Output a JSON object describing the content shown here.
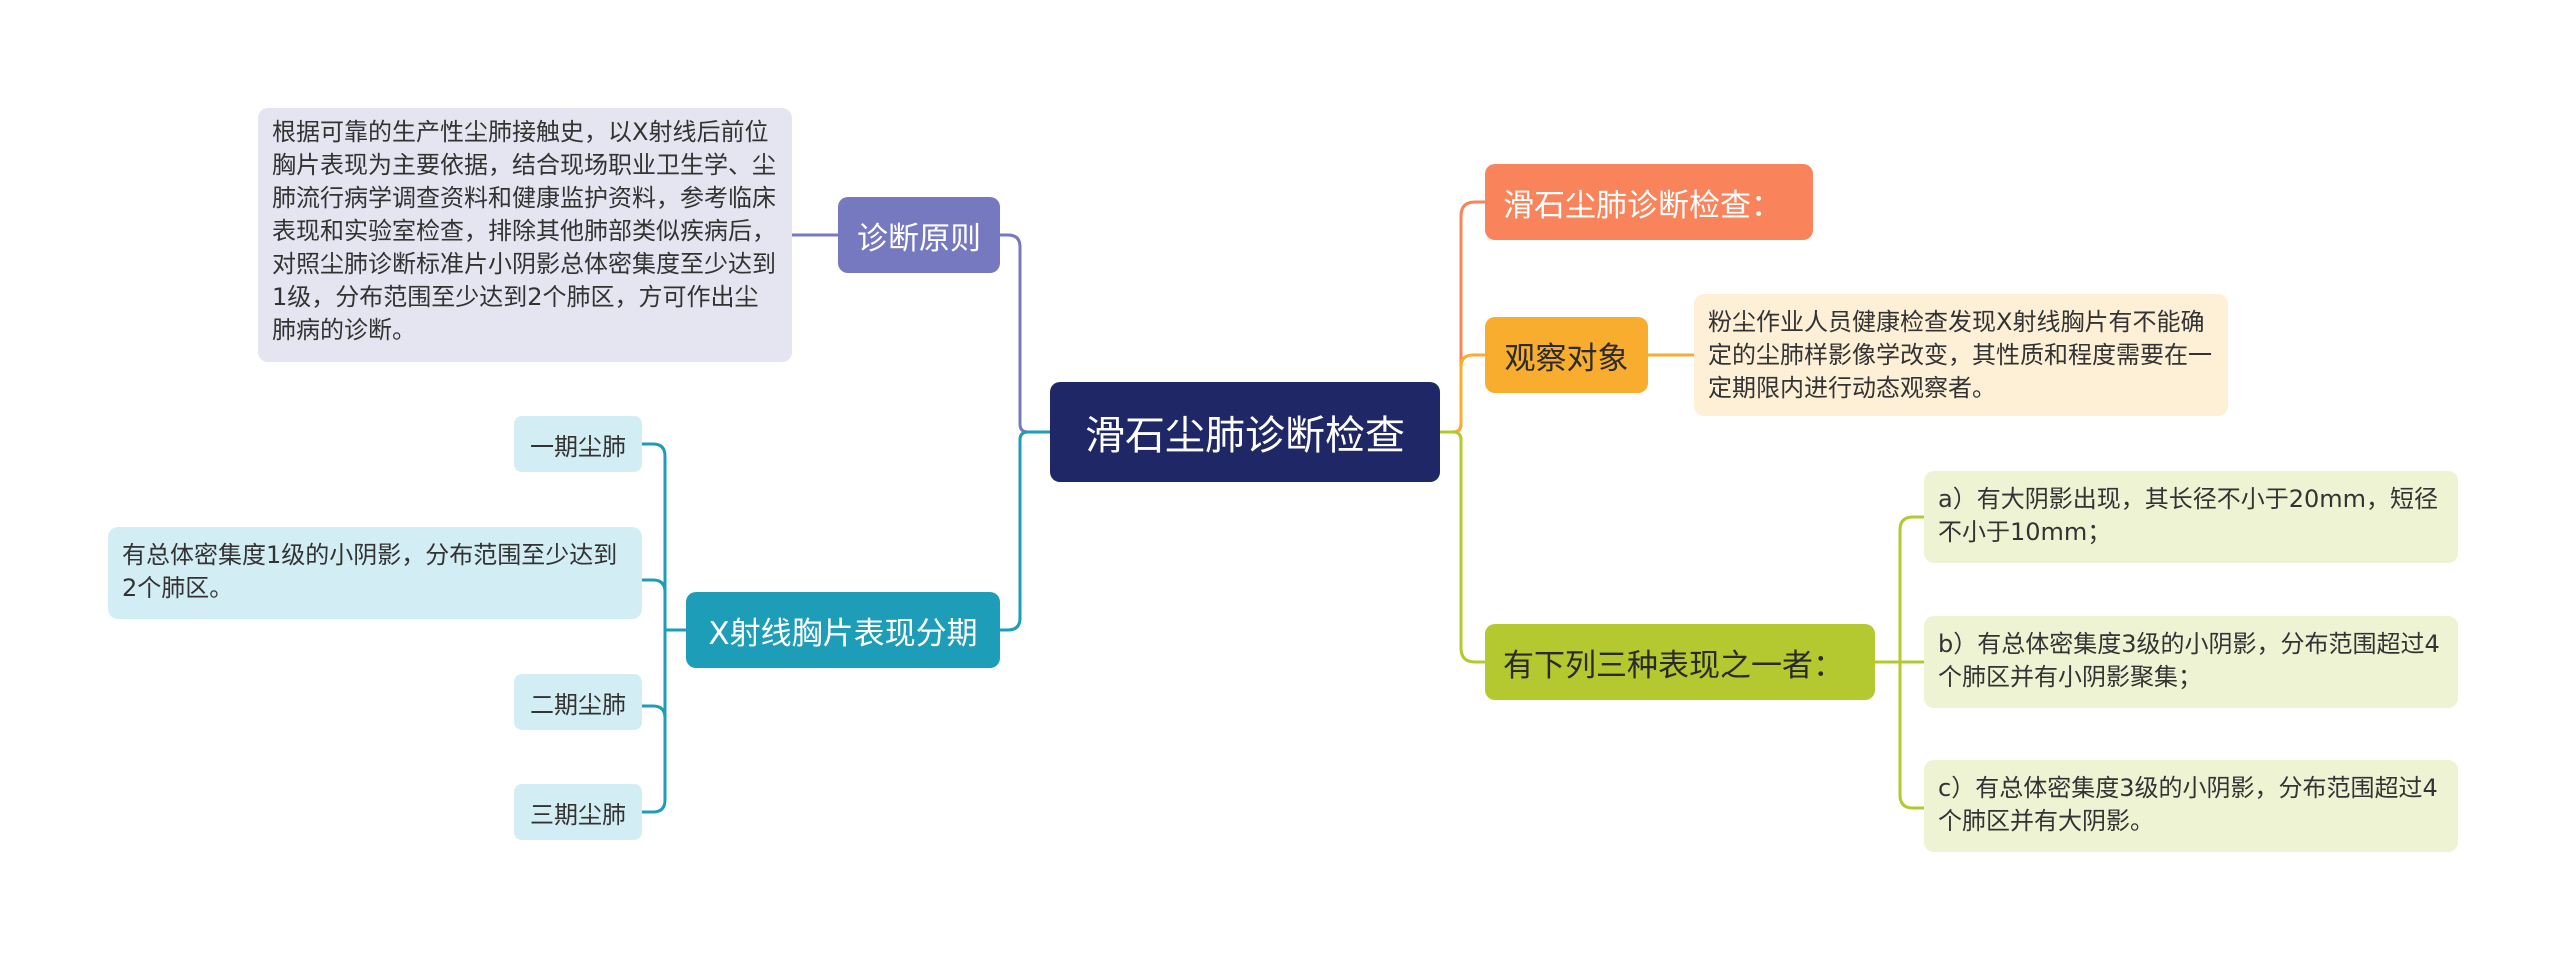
{
  "root": {
    "label": "滑石尘肺诊断检查"
  },
  "left": {
    "principle": {
      "label": "诊断原则",
      "text": "根据可靠的生产性尘肺接触史，以X射线后前位胸片表现为主要依据，结合现场职业卫生学、尘肺流行病学调查资料和健康监护资料，参考临床表现和实验室检查，排除其他肺部类似疾病后，对照尘肺诊断标准片小阴影总体密集度至少达到1级，分布范围至少达到2个肺区，方可作出尘肺病的诊断。"
    },
    "xray": {
      "label": "X射线胸片表现分期",
      "stages": [
        {
          "label": "一期尘肺"
        },
        {
          "label": "有总体密集度1级的小阴影，分布范围至少达到2个肺区。"
        },
        {
          "label": "二期尘肺"
        },
        {
          "label": "三期尘肺"
        }
      ]
    }
  },
  "right": {
    "exam_heading": {
      "label": "滑石尘肺诊断检查："
    },
    "observe": {
      "label": "观察对象",
      "text": "粉尘作业人员健康检查发现X射线胸片有不能确定的尘肺样影像学改变，其性质和程度需要在一定期限内进行动态观察者。"
    },
    "criteria": {
      "label": "有下列三种表现之一者：",
      "items": [
        {
          "text": "a）有大阴影出现，其长径不小于20mm，短径不小于10mm；"
        },
        {
          "text": "b）有总体密集度3级的小阴影，分布范围超过4个肺区并有小阴影聚集；"
        },
        {
          "text": "c）有总体密集度3级的小阴影，分布范围超过4个肺区并有大阴影。"
        }
      ]
    }
  },
  "colors": {
    "root": "#1f2766",
    "purple": "#7678c0",
    "teal": "#1d9db8",
    "orange": "#f9835a",
    "amber": "#f9ad2e",
    "lime": "#b4c830"
  }
}
